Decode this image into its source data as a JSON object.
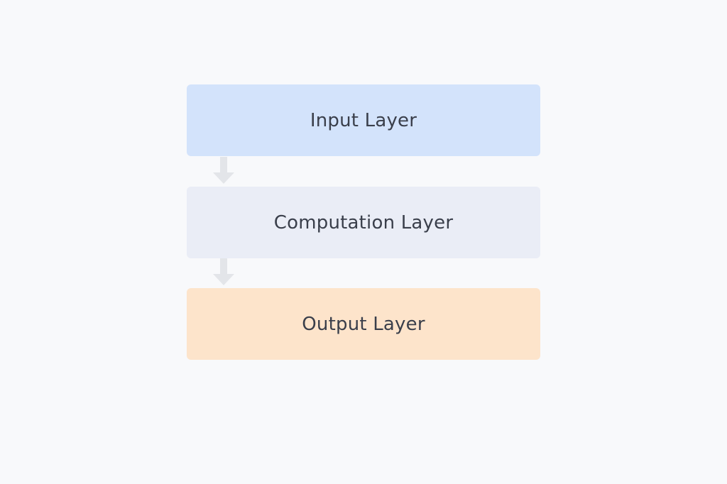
{
  "colors": {
    "background": "#f8f9fb",
    "input_layer_fill": "#d3e3fb",
    "computation_layer_fill": "#eaedf6",
    "output_layer_fill": "#fde4cb",
    "arrow_fill": "#e3e5e9",
    "text": "#3a3f4b"
  },
  "layers": [
    {
      "label": "Input Layer",
      "icon": ""
    },
    {
      "label": "Computation Layer",
      "icon": ""
    },
    {
      "label": "Output Layer",
      "icon": ""
    }
  ],
  "connectors": [
    {
      "from": "Input Layer",
      "to": "Computation Layer",
      "icon": "down-arrow-icon"
    },
    {
      "from": "Computation Layer",
      "to": "Output Layer",
      "icon": "down-arrow-icon"
    }
  ]
}
